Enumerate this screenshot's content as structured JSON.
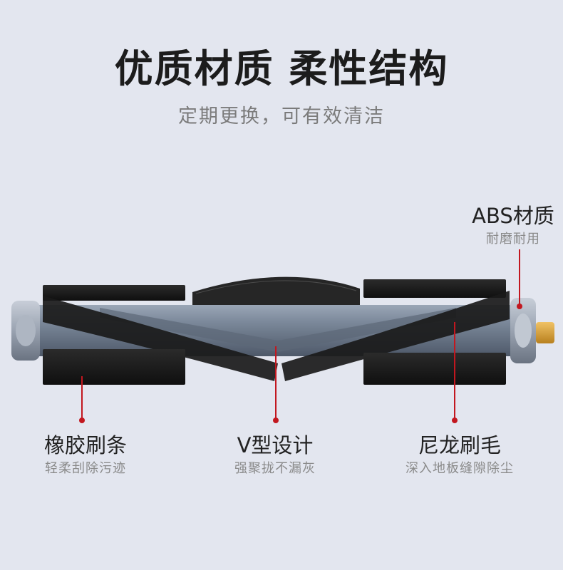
{
  "header": {
    "title": "优质材质 柔性结构",
    "subtitle": "定期更换，可有效清洁"
  },
  "callouts": {
    "abs": {
      "title": "ABS材质",
      "subtitle": "耐磨耐用"
    },
    "rubber": {
      "title": "橡胶刷条",
      "subtitle": "轻柔刮除污迹"
    },
    "vshape": {
      "title": "V型设计",
      "subtitle": "强聚拢不漏灰"
    },
    "nylon": {
      "title": "尼龙刷毛",
      "subtitle": "深入地板缝隙除尘"
    }
  },
  "colors": {
    "background": "#e3e6ef",
    "accent": "#c2171f",
    "roller_core": "#6d7a8c",
    "bristle": "#1a1a1a",
    "axle": "#d9a334"
  }
}
